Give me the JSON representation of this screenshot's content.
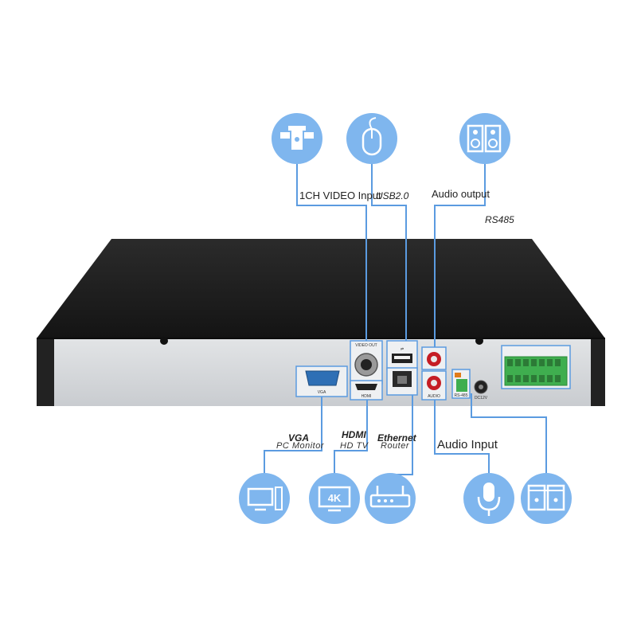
{
  "labels": {
    "video_input": "1CH VIDEO Input",
    "usb": "USB2.0",
    "audio_output": "Audio output",
    "rs485": "RS485",
    "vga_title": "VGA",
    "vga_sub": "PC  Monitor",
    "hdmi_title": "HDMI",
    "hdmi_sub": "HD  TV",
    "ethernet_title": "Ethernet",
    "ethernet_sub": "Router",
    "audio_input": "Audio Input"
  },
  "port_labels": {
    "video_out": "VIDEO OUT",
    "vga": "VGA",
    "hdmi": "HDMI",
    "audio": "AUDIO",
    "rs485": "RS-485",
    "dc": "DC12V"
  },
  "badge": "4K",
  "icons": [
    "ptz-camera-icon",
    "mouse-icon",
    "speaker-icon",
    "pc-monitor-icon",
    "4k-tv-icon",
    "router-icon",
    "microphone-icon",
    "alarm-sensor-icon"
  ],
  "colors": {
    "icon_circle": "#7fb6ee",
    "icon_stroke": "#ffffff",
    "leader_line": "#5b9be0",
    "case_top": "#1c1c1c",
    "panel": "#d6d9dc",
    "terminal": "#3fae4f"
  }
}
